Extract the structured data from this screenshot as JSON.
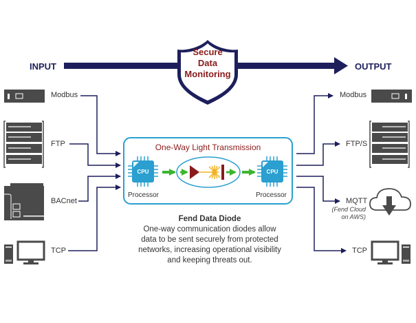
{
  "header": {
    "input_label": "INPUT",
    "output_label": "OUTPUT",
    "shield_lines": [
      "Secure",
      "Data",
      "Monitoring"
    ]
  },
  "inputs": [
    {
      "label": "Modbus",
      "icon": "modbus-device-icon"
    },
    {
      "label": "FTP",
      "icon": "server-rack-icon"
    },
    {
      "label": "BACnet",
      "icon": "bacnet-controller-icon"
    },
    {
      "label": "TCP",
      "icon": "desktop-computer-icon"
    }
  ],
  "outputs": [
    {
      "label": "Modbus",
      "icon": "modbus-device-icon"
    },
    {
      "label": "FTP/S",
      "icon": "server-rack-icon"
    },
    {
      "label": "MQTT",
      "note_lines": [
        "(Fend Cloud",
        "on AWS)"
      ],
      "icon": "cloud-download-icon"
    },
    {
      "label": "TCP",
      "icon": "desktop-computer-icon"
    }
  ],
  "diode": {
    "title": "One-Way Light Transmission",
    "left_processor": {
      "chip": "CPU",
      "label": "Processor"
    },
    "right_processor": {
      "chip": "CPU",
      "label": "Processor"
    }
  },
  "description": {
    "heading": "Fend Data Diode",
    "lines": [
      "One-way communication diodes allow",
      "data to be sent securely from protected",
      "networks, increasing operational visibility",
      "and keeping threats out."
    ]
  },
  "colors": {
    "navy": "#1d1f5c",
    "maroon": "#8b1a1a",
    "cyan": "#2a9fd0",
    "green": "#3cb52f",
    "device_gray": "#4a4a4a"
  }
}
